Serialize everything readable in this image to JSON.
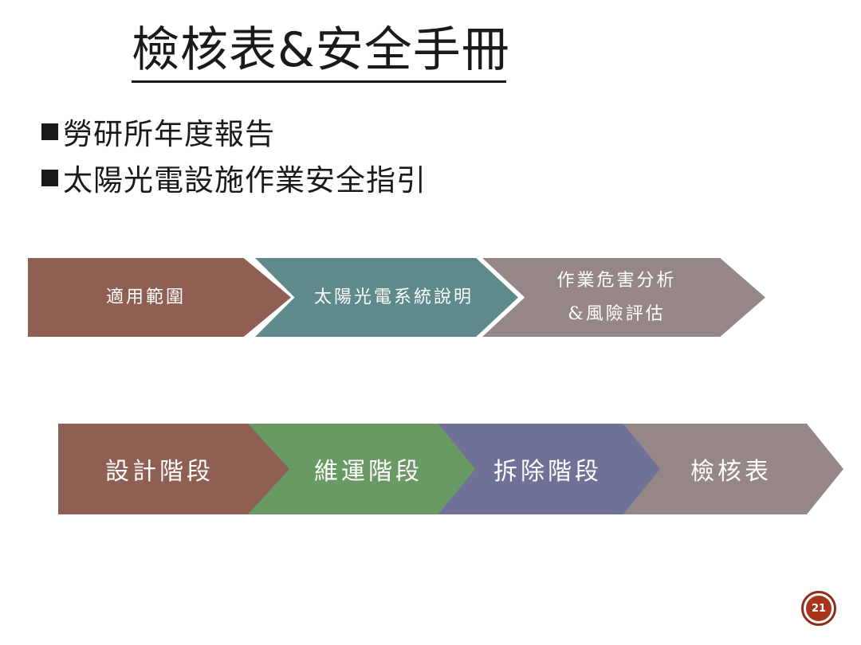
{
  "slide": {
    "title": "檢核表&安全手冊",
    "page_number": "21"
  },
  "bullets": [
    "勞研所年度報告",
    "太陽光電設施作業安全指引"
  ],
  "flow_top": [
    {
      "label": "適用範圍",
      "color": "#8e5f52"
    },
    {
      "label": "太陽光電系統說明",
      "color": "#5f8a8b"
    },
    {
      "label": "作業危害分析\n&風險評估",
      "color": "#958785"
    }
  ],
  "flow_bottom": [
    {
      "label": "設計階段",
      "color": "#8e5f52"
    },
    {
      "label": "維運階段",
      "color": "#6a9a64"
    },
    {
      "label": "拆除階段",
      "color": "#6f7196"
    },
    {
      "label": "檢核表",
      "color": "#958785"
    }
  ]
}
